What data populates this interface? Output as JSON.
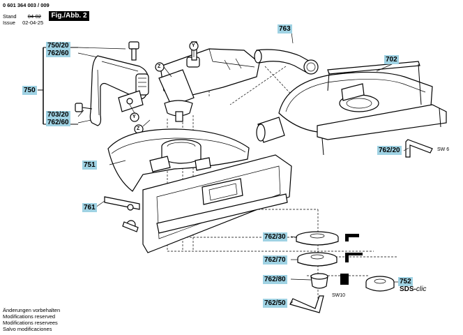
{
  "header": {
    "part_number": "0 601 364 003 / 009",
    "stand_label": "Stand",
    "stand_value": "04-02",
    "issue_label": "Issue",
    "issue_value": "02-04-25",
    "figure": "Fig./Abb. 2"
  },
  "labels": {
    "l763": "763",
    "l702": "702",
    "l750_20": "750/20",
    "l762_60a": "762/60",
    "l750": "750",
    "l703_20": "703/20",
    "l762_60b": "762/60",
    "l751": "751",
    "l761": "761",
    "l762_20": "762/20",
    "l762_30": "762/30",
    "l762_70": "762/70",
    "l762_80": "762/80",
    "l752": "752",
    "l762_50": "762/50"
  },
  "annotations": {
    "sw6": "SW 6",
    "sw10": "SW10",
    "z1": "Z",
    "z2": "Z",
    "y1": "Y",
    "y2": "Y",
    "sds_prefix": "SDS-",
    "sds_suffix": "clic"
  },
  "footer": {
    "line1": "Änderungen vorbehalten",
    "line2": "Modifications reserved",
    "line3": "Modifications reservees",
    "line4": "Salvo modificaciones"
  }
}
